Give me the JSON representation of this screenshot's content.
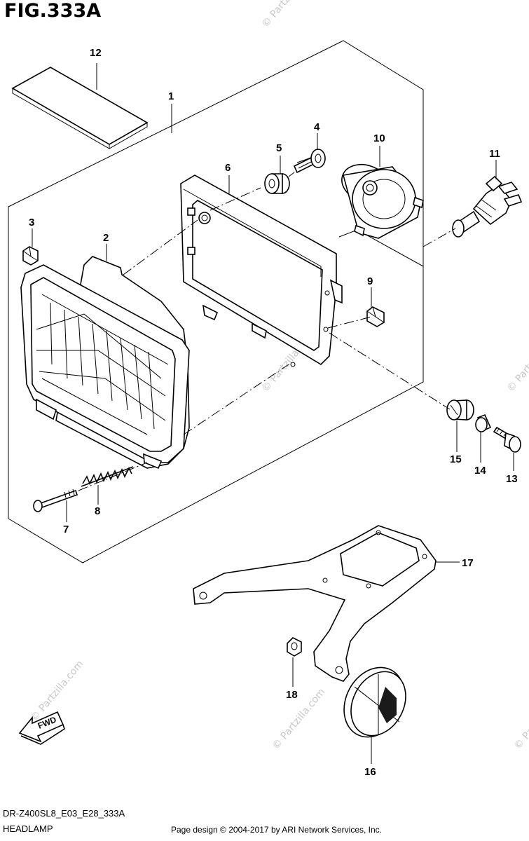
{
  "figure": {
    "title": "FIG.333A",
    "model_code": "DR-Z400SL8_E03_E28_333A",
    "section_name": "HEADLAMP",
    "copyright": "Page design © 2004-2017 by ARI Network Services, Inc.",
    "direction_label": "FWD"
  },
  "watermark": {
    "text": "© Partzilla.com"
  },
  "callouts": [
    {
      "id": "c1",
      "label": "1"
    },
    {
      "id": "c2",
      "label": "2"
    },
    {
      "id": "c3",
      "label": "3"
    },
    {
      "id": "c4",
      "label": "4"
    },
    {
      "id": "c5",
      "label": "5"
    },
    {
      "id": "c6",
      "label": "6"
    },
    {
      "id": "c7",
      "label": "7"
    },
    {
      "id": "c8",
      "label": "8"
    },
    {
      "id": "c9",
      "label": "9"
    },
    {
      "id": "c10",
      "label": "10"
    },
    {
      "id": "c11",
      "label": "11"
    },
    {
      "id": "c12",
      "label": "12"
    },
    {
      "id": "c13",
      "label": "13"
    },
    {
      "id": "c14",
      "label": "14"
    },
    {
      "id": "c15",
      "label": "15"
    },
    {
      "id": "c16",
      "label": "16"
    },
    {
      "id": "c17",
      "label": "17"
    },
    {
      "id": "c18",
      "label": "18"
    }
  ]
}
